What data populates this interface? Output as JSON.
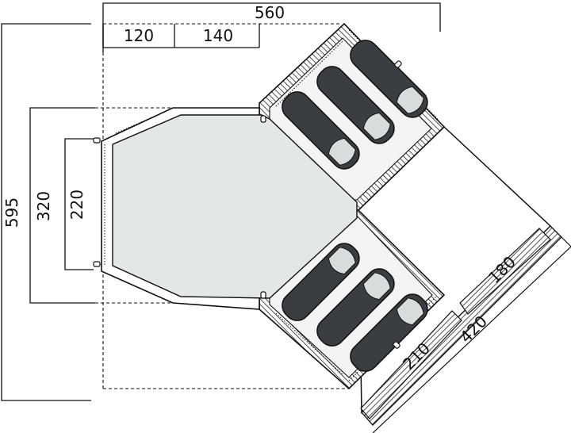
{
  "dimensions": {
    "overall_width": "560",
    "living_width": "120",
    "bedroom_depth": "140",
    "overall_depth": "595",
    "living_depth": "320",
    "door_width": "220",
    "porch_diagonal": "420",
    "porch_depth": "180",
    "porch_width": "210"
  },
  "colors": {
    "outline": "#111111",
    "living_fill": "#e4e7e7",
    "sleeping_bag": "#3a3d41",
    "bedroom_floor": "#f4f4f4",
    "hatch": "#222222"
  },
  "icons": {
    "sleeping_bag": "sleeping-bag-icon",
    "zip": "zip-pull-icon"
  }
}
